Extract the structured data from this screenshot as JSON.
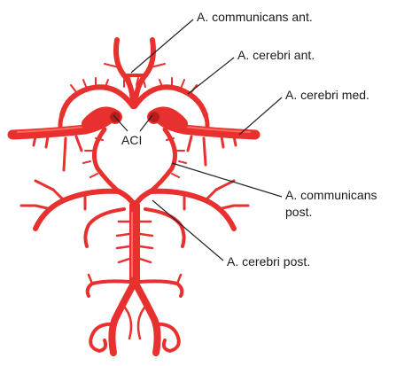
{
  "labels": {
    "comm_ant": "A. communicans ant.",
    "cerebri_ant": "A. cerebri ant.",
    "cerebri_med": "A. cerebri med.",
    "aci": "ACI",
    "comm_post_1": "A. communicans",
    "comm_post_2": "post.",
    "cerebri_post": "A. cerebri post."
  },
  "colors": {
    "artery": "#e8312f",
    "artery_dark": "#b71d1d",
    "artery_light": "#ff6a5e",
    "leader_line": "#222222"
  }
}
